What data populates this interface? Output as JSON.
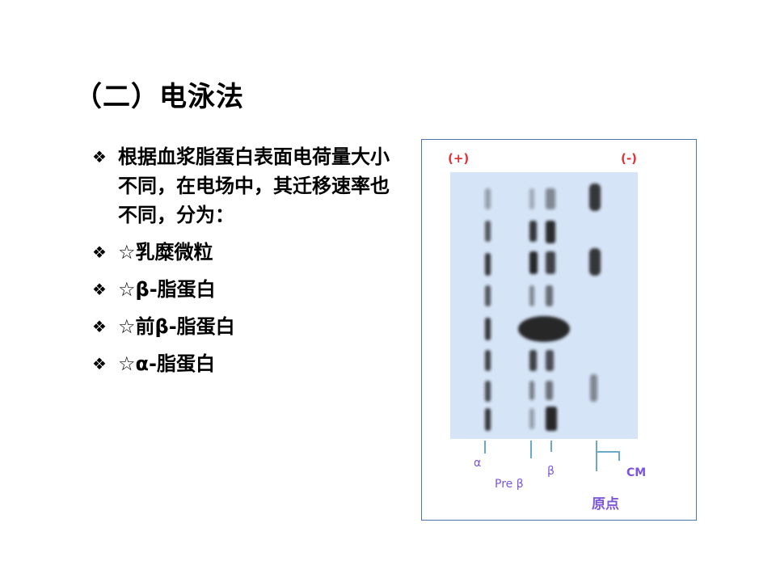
{
  "slide": {
    "title": "（二）电泳法",
    "bullet_symbol": "❖",
    "bullets": [
      "根据血浆脂蛋白表面电荷量大小不同，在电场中，其迁移速率也不同，分为：",
      "☆乳糜微粒",
      "☆β-脂蛋白",
      "☆前β-脂蛋白",
      "☆α-脂蛋白"
    ]
  },
  "figure": {
    "anode": "(+)",
    "cathode": "(-)",
    "labels": {
      "alpha": "α",
      "pre_beta": "Pre β",
      "beta": "β",
      "cm": "CM",
      "origin": "原点"
    },
    "colors": {
      "gel": "#d6e4f7",
      "band": "#1a1a1a",
      "label": "#7b56d8",
      "pole": "#e0303a",
      "border": "#4a74b4"
    }
  }
}
